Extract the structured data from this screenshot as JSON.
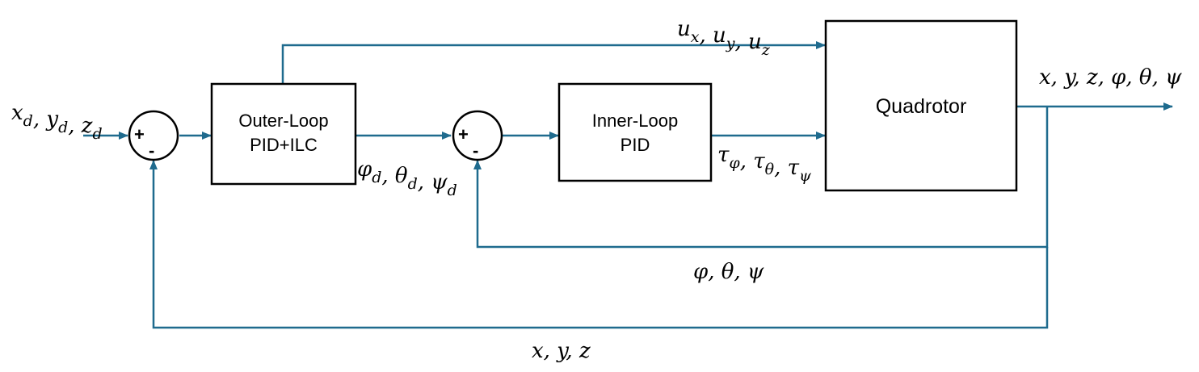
{
  "colors": {
    "signal_line": "#1f6b8e",
    "block_border": "#000000",
    "background": "#ffffff"
  },
  "blocks": {
    "outer_loop": {
      "line1": "Outer-Loop",
      "line2": "PID+ILC"
    },
    "inner_loop": {
      "line1": "Inner-Loop",
      "line2": "PID"
    },
    "quadrotor": {
      "label": "Quadrotor"
    }
  },
  "sums": {
    "outer": {
      "plus": "+",
      "minus": "-"
    },
    "inner": {
      "plus": "+",
      "minus": "-"
    }
  },
  "signals": {
    "reference": "x_d, y_d, z_d",
    "forces": "u_x, u_y, u_z",
    "attitude_ref": "φ_d, θ_d, ψ_d",
    "torques": "τ_φ, τ_θ, τ_ψ",
    "output": "x, y, z, φ, θ, ψ",
    "attitude_feedback": "φ, θ, ψ",
    "position_feedback": "x, y, z"
  }
}
